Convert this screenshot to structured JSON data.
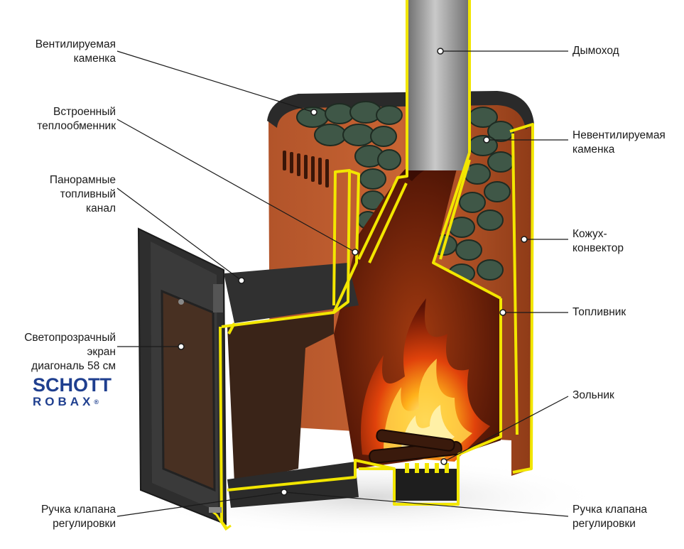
{
  "labels": {
    "ventilated_heater": "Вентилируемая\nкаменка",
    "heat_exchanger": "Встроенный\nтеплообменник",
    "fuel_channel": "Панорамные\nтопливный\nканал",
    "glass_screen": "Светопрозрачный\nэкран\nдиагональ 58 см",
    "damper_handle_left": "Ручка клапана\nрегулировки",
    "chimney": "Дымоход",
    "non_ventilated_heater": "Невентилируемая\nкаменка",
    "casing_convector": "Кожух-\nконвектор",
    "firebox": "Топливник",
    "ash_pit": "Зольник",
    "damper_handle_right": "Ручка клапана\nрегулировки"
  },
  "logo": {
    "line1": "SCHOTT",
    "line2": "ROBAX",
    "mark": "®"
  },
  "colors": {
    "outline": "#f2e600",
    "body_copper": "#a8481e",
    "steel": "#2b2b2b",
    "stone": "#3f5747",
    "pipe": "#9a9a9a",
    "logo_blue": "#1f3f8f"
  }
}
